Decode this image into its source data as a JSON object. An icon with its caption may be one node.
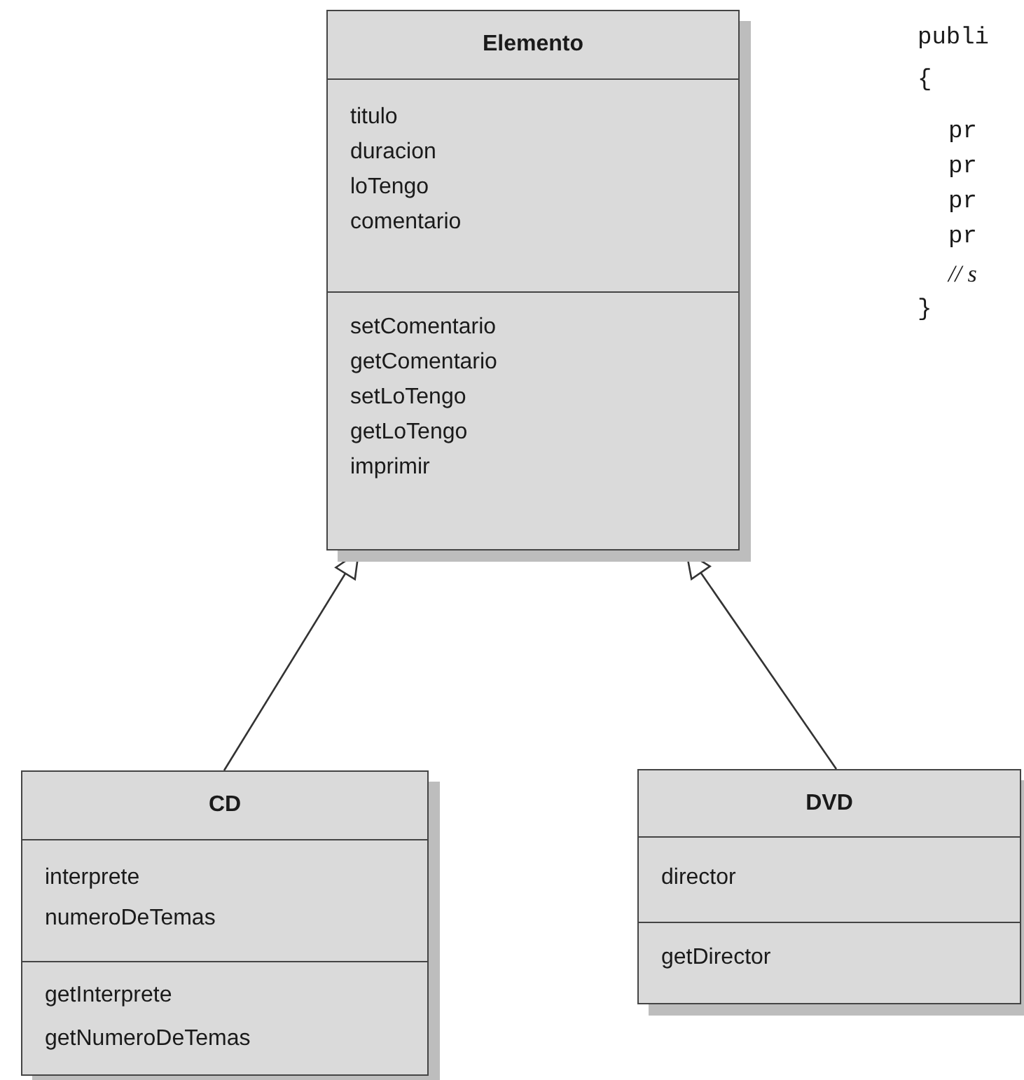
{
  "diagram": {
    "nodes": [
      {
        "text": [
          "Elemento"
        ]
      },
      {
        "text": [
          "titulo",
          "duracion",
          "loTengo",
          "comentario"
        ],
        "in": 0
      },
      {
        "text": [
          "setComentario",
          "getComentario",
          "setLoTengo",
          "getLoTengo",
          "imprimir"
        ],
        "in": 0
      },
      {
        "text": [
          "CD"
        ]
      },
      {
        "text": [
          "interprete",
          "numeroDeTemas"
        ],
        "in": 3
      },
      {
        "text": [
          "getInterprete",
          "getNumeroDeTemas"
        ],
        "in": 3
      },
      {
        "text": [
          "DVD"
        ]
      },
      {
        "text": [
          "director"
        ],
        "in": 6
      },
      {
        "text": [
          "getDirector"
        ],
        "in": 6
      }
    ],
    "edges": [
      {
        "from": 3,
        "to": 0,
        "arrow": "to"
      },
      {
        "from": 6,
        "to": 0,
        "arrow": "to"
      }
    ],
    "labels": [
      "publi",
      "{",
      "pr",
      "pr",
      "pr",
      "pr",
      "// s",
      "}"
    ]
  }
}
